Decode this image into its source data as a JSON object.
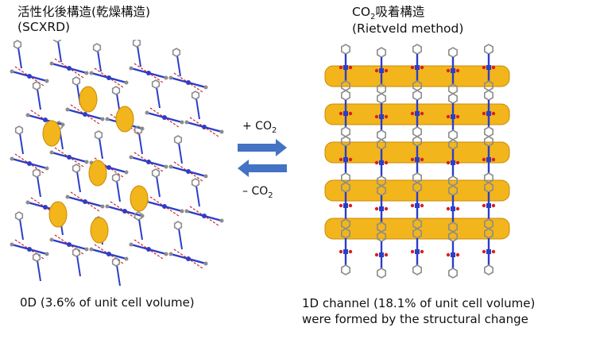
{
  "left_panel": {
    "title_line1": "活性化後構造(乾燥構造)",
    "title_line2": "(SCXRD)",
    "caption": "0D (3.6% of unit cell volume)"
  },
  "right_panel": {
    "title_prefix": "CO",
    "title_sub": "2",
    "title_suffix": "吸着構造",
    "title_line2": "(Rietveld method)",
    "caption_line1": "1D channel (18.1% of unit cell volume)",
    "caption_line2": "were formed by the structural change"
  },
  "arrows": {
    "forward_prefix": "+ CO",
    "forward_sub": "2",
    "reverse_prefix": "– CO",
    "reverse_sub": "2",
    "color": "#4472c4"
  },
  "colors": {
    "void": "#f2b51b",
    "void_dark": "#c98a05",
    "bond_blue": "#2b3ec9",
    "oxygen_red": "#d42020",
    "carbon_gray": "#8c8c8c"
  }
}
